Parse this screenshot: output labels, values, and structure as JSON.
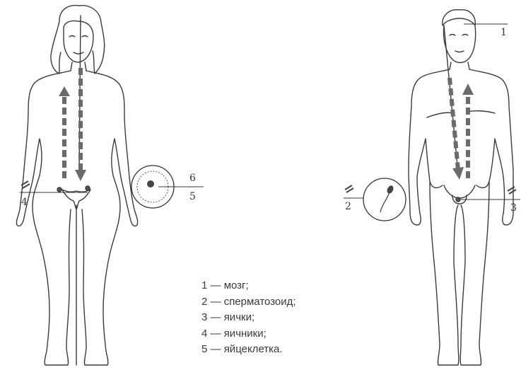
{
  "callouts": {
    "female_left_top": "4",
    "female_egg_top": "6",
    "female_egg_bottom": "5",
    "male_brain": "1",
    "male_sperm": "2",
    "male_testes": "3"
  },
  "legend": [
    {
      "num": "1",
      "dash": "—",
      "text": "мозг;"
    },
    {
      "num": "2",
      "dash": "—",
      "text": "сперматозоид;"
    },
    {
      "num": "3",
      "dash": "—",
      "text": "яички;"
    },
    {
      "num": "4",
      "dash": "—",
      "text": "яичники;"
    },
    {
      "num": "5",
      "dash": "—",
      "text": "яйцеклетка."
    }
  ]
}
